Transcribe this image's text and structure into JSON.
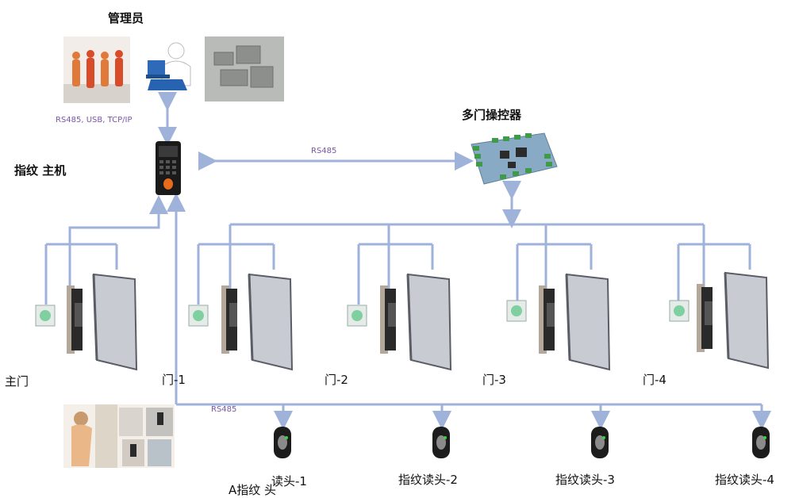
{
  "labels": {
    "admin": "管理员",
    "admin_conn": "RS485, USB, TCP/IP",
    "fp_host": "指纹 主机",
    "multi_door": "多门操控器",
    "rs485_top": "RS485",
    "rs485_bottom": "RS485",
    "main_door": "主门",
    "door1": "门-1",
    "door2": "门-2",
    "door3": "门-3",
    "door4": "门-4",
    "reader1": "读头-1",
    "reader2": "指纹读头-2",
    "reader3": "指纹读头-3",
    "reader4": "指纹读头-4",
    "reader_left": "A指纹 头"
  },
  "colors": {
    "wire": "#9fb2da",
    "rs485_text": "#7a56a6",
    "door_fill": "#c9cbd3",
    "door_edge": "#5a5d66",
    "board": "#7fa4c0"
  },
  "icons": [
    "people-photo-icon",
    "admin-computer-icon",
    "floorplan-photo-icon",
    "fingerprint-terminal-icon",
    "controller-board-icon",
    "exit-button-icon",
    "electric-lock-icon",
    "door-icon",
    "fingerprint-reader-icon",
    "usage-photo-icon"
  ]
}
